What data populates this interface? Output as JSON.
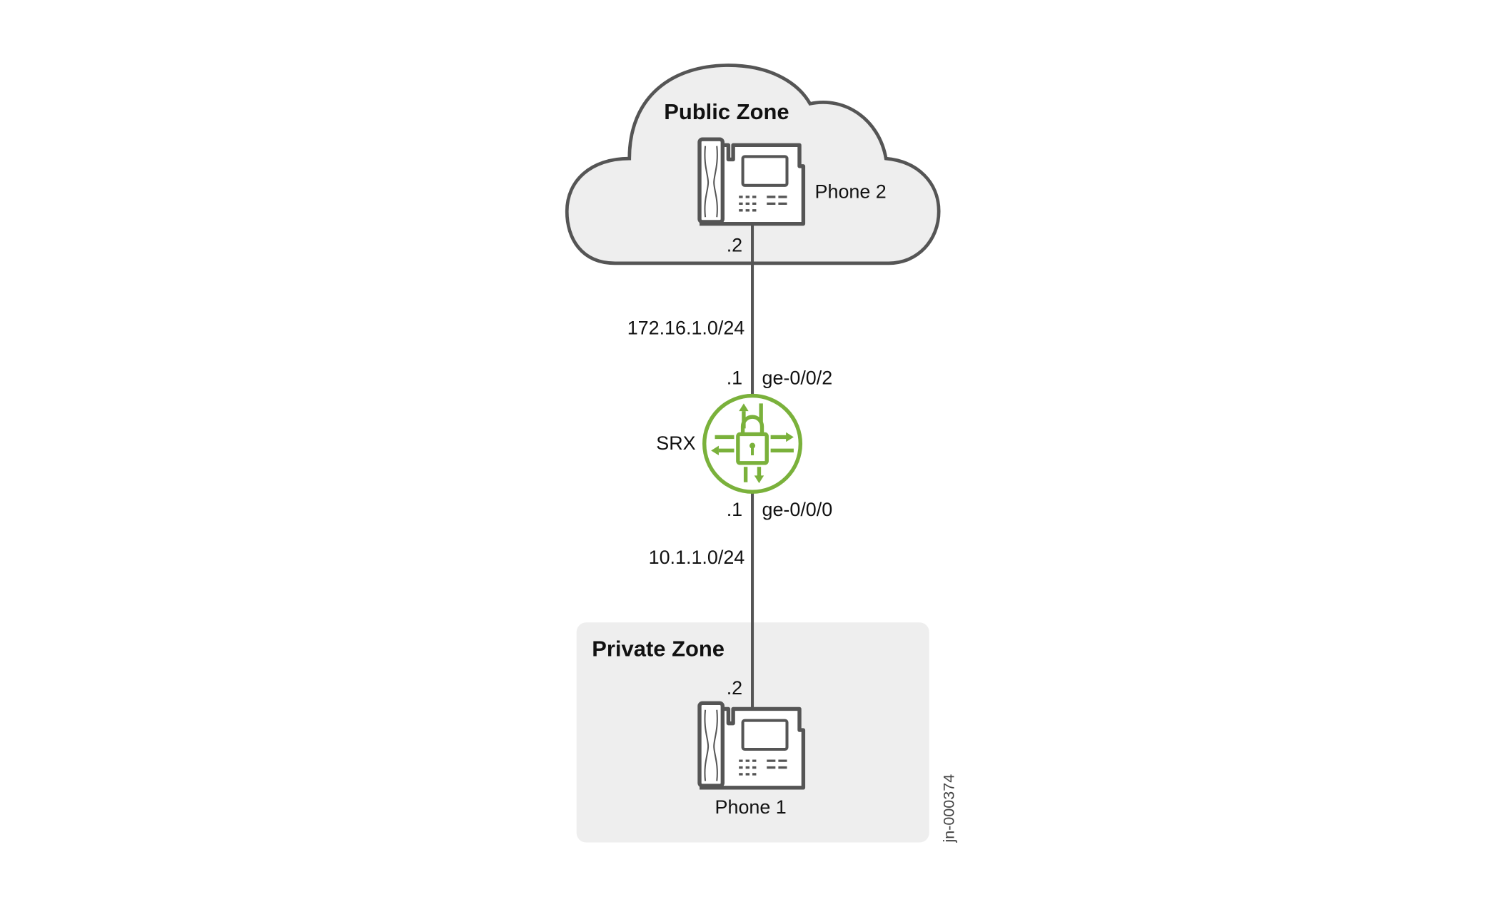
{
  "colors": {
    "zone_fill": "#eeeeee",
    "outline": "#555555",
    "srx_green": "#7ab13b"
  },
  "public_zone": {
    "label": "Public Zone",
    "device": {
      "label": "Phone 2",
      "host": ".2"
    },
    "icon": "cloud-icon"
  },
  "private_zone": {
    "label": "Private Zone",
    "device": {
      "label": "Phone 1",
      "host": ".2"
    }
  },
  "links": [
    {
      "subnet": "172.16.1.0/24",
      "srx_host": ".1",
      "interface": "ge-0/0/2"
    },
    {
      "subnet": "10.1.1.0/24",
      "srx_host": ".1",
      "interface": "ge-0/0/0"
    }
  ],
  "srx": {
    "label": "SRX",
    "icon": "firewall-lock-icon"
  },
  "figure_id": "jn-000374"
}
